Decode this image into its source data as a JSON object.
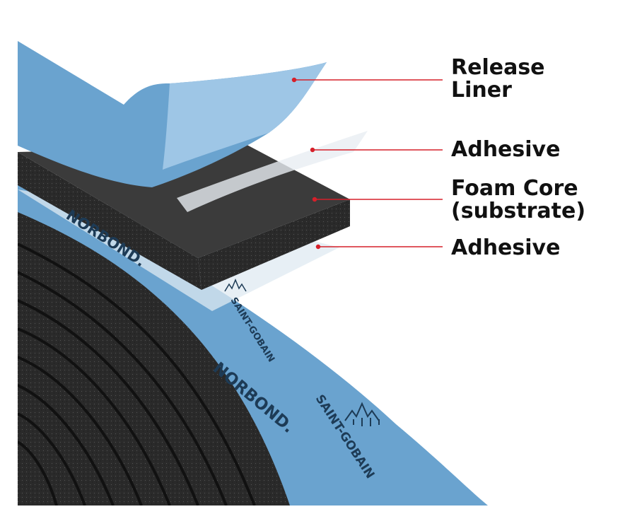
{
  "callouts": [
    {
      "label": "Release\nLiner"
    },
    {
      "label": "Adhesive"
    },
    {
      "label": "Foam Core\n(substrate)"
    },
    {
      "label": "Adhesive"
    }
  ],
  "branding": {
    "product_mark_1": "NORBOND.",
    "product_mark_2": "NORBOND.",
    "company_mark_1": "SAINT-GOBAIN",
    "company_mark_2": "SAINT-GOBAIN"
  },
  "colors": {
    "liner_blue": "#6aa3cf",
    "liner_light": "#9ec6e6",
    "foam": "#3a3a3a",
    "foam_edge": "#222222",
    "leader": "#d6202a",
    "text": "#111111"
  }
}
